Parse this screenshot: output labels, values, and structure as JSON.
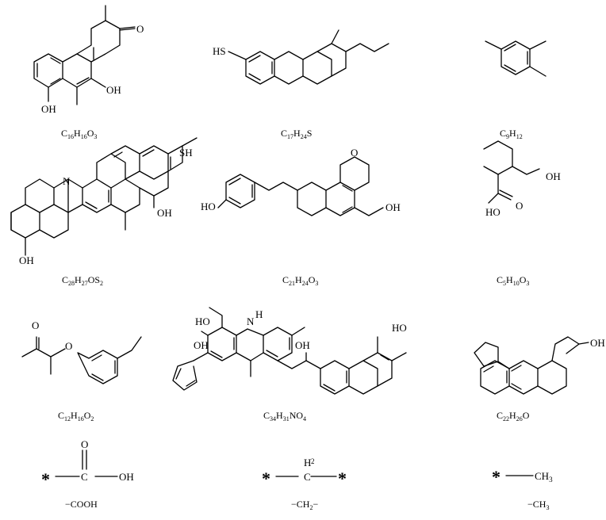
{
  "atom_labels": {
    "O": "O",
    "OH": "OH",
    "HO": "HO",
    "SH": "SH",
    "HS": "HS",
    "N": "N",
    "H": "H",
    "C": "C",
    "CH": "CH",
    "H2_sub": "2",
    "CH3_sub": "3",
    "star": "*"
  },
  "molecules": [
    {
      "name": "mol-1",
      "formula": [
        [
          "C",
          ""
        ],
        [
          "16",
          true
        ],
        [
          "H",
          ""
        ],
        [
          "16",
          true
        ],
        [
          "O",
          ""
        ],
        [
          "3",
          true
        ]
      ]
    },
    {
      "name": "mol-2",
      "formula": [
        [
          "C",
          ""
        ],
        [
          "17",
          true
        ],
        [
          "H",
          ""
        ],
        [
          "24",
          true
        ],
        [
          "S",
          ""
        ]
      ]
    },
    {
      "name": "mol-3",
      "formula": [
        [
          "C",
          ""
        ],
        [
          "9",
          true
        ],
        [
          "H",
          ""
        ],
        [
          "12",
          true
        ]
      ]
    },
    {
      "name": "mol-4",
      "formula": [
        [
          "C",
          ""
        ],
        [
          "28",
          true
        ],
        [
          "H",
          ""
        ],
        [
          "27",
          true
        ],
        [
          "OS",
          ""
        ],
        [
          "2",
          true
        ]
      ]
    },
    {
      "name": "mol-5",
      "formula": [
        [
          "C",
          ""
        ],
        [
          "21",
          true
        ],
        [
          "H",
          ""
        ],
        [
          "24",
          true
        ],
        [
          "O",
          ""
        ],
        [
          "3",
          true
        ]
      ]
    },
    {
      "name": "mol-6",
      "formula": [
        [
          "C",
          ""
        ],
        [
          "5",
          true
        ],
        [
          "H",
          ""
        ],
        [
          "10",
          true
        ],
        [
          "O",
          ""
        ],
        [
          "3",
          true
        ]
      ]
    },
    {
      "name": "mol-7",
      "formula": [
        [
          "C",
          ""
        ],
        [
          "12",
          true
        ],
        [
          "H",
          ""
        ],
        [
          "16",
          true
        ],
        [
          "O",
          ""
        ],
        [
          "2",
          true
        ]
      ]
    },
    {
      "name": "mol-8",
      "formula": [
        [
          "C",
          ""
        ],
        [
          "34",
          true
        ],
        [
          "H",
          ""
        ],
        [
          "31",
          true
        ],
        [
          "NO",
          ""
        ],
        [
          "4",
          true
        ]
      ]
    },
    {
      "name": "mol-9",
      "formula": [
        [
          "C",
          ""
        ],
        [
          "22",
          true
        ],
        [
          "H",
          ""
        ],
        [
          "26",
          true
        ],
        [
          "O",
          ""
        ]
      ]
    }
  ],
  "fragments": [
    {
      "name": "fragment-cooh",
      "label": "−COOH"
    },
    {
      "name": "fragment-ch2",
      "label_parts": [
        [
          "−CH",
          ""
        ],
        [
          "2",
          true
        ],
        [
          "−",
          ""
        ]
      ]
    },
    {
      "name": "fragment-ch3",
      "label_parts": [
        [
          "−CH",
          ""
        ],
        [
          "3",
          true
        ]
      ]
    }
  ]
}
